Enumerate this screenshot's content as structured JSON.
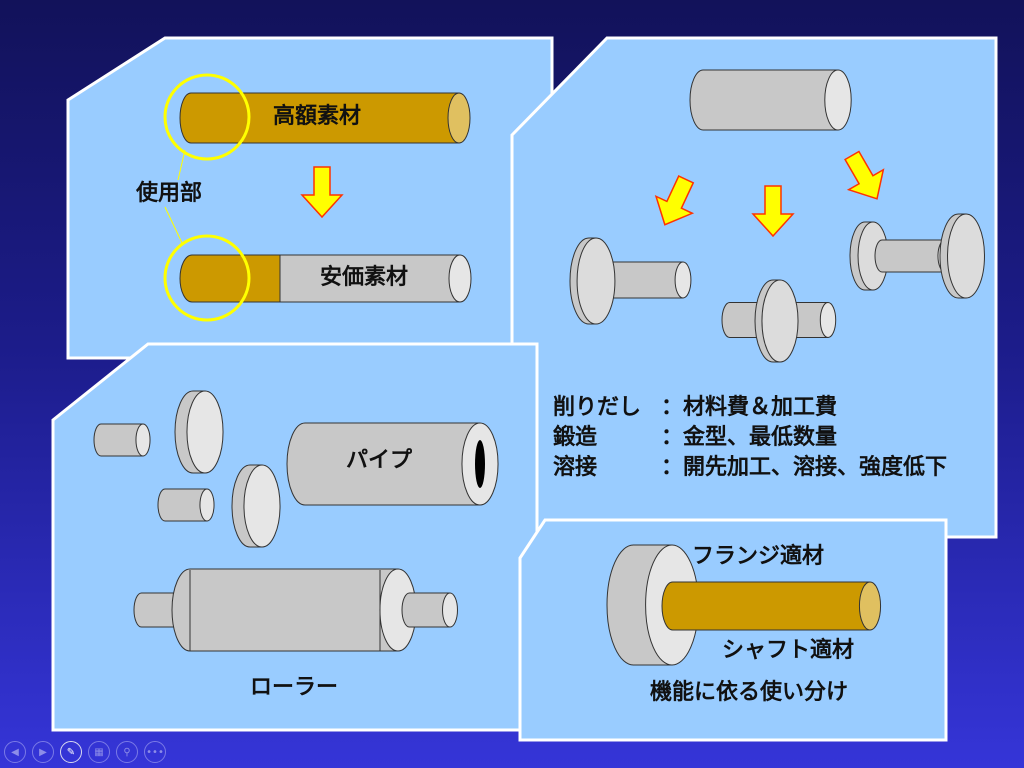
{
  "panel_material": {
    "expensive_label": "高額素材",
    "cheap_label": "安価素材",
    "used_part_label": "使用部"
  },
  "panel_methods": {
    "rows": [
      {
        "method": "削りだし",
        "detail": "：材料費＆加工費"
      },
      {
        "method": "鍛造",
        "detail": "：金型、最低数量"
      },
      {
        "method": "溶接",
        "detail": "：開先加工、溶接、強度低下"
      }
    ]
  },
  "panel_shapes": {
    "pipe_label": "パイプ",
    "roller_label": "ローラー"
  },
  "panel_function": {
    "flange_label": "フランジ適材",
    "shaft_label": "シャフト適材",
    "caption": "機能に依る使い分け"
  },
  "colors": {
    "panel": "#99ccff",
    "gold": "#cc9900",
    "gray": "#c8c8c8",
    "highlight": "#ffff00"
  },
  "controls": [
    "previous-icon",
    "next-icon",
    "pen-icon",
    "slides-icon",
    "zoom-icon",
    "more-icon"
  ]
}
